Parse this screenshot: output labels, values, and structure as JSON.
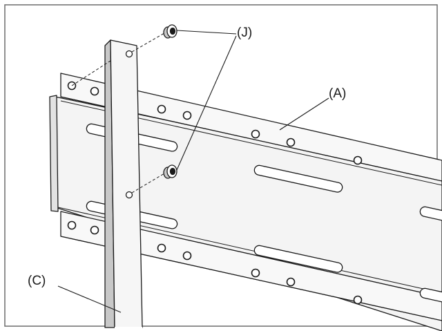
{
  "figure": {
    "callouts": {
      "bracket": "(A)",
      "spacer": "(J)",
      "strap": "(C)"
    },
    "colors": {
      "line": "#1a1a1a",
      "fill_light": "#f4f4f4",
      "fill_mid": "#e2e2e2",
      "fill_dark": "#c8c8c8",
      "frame": "#6b6b6b"
    }
  }
}
